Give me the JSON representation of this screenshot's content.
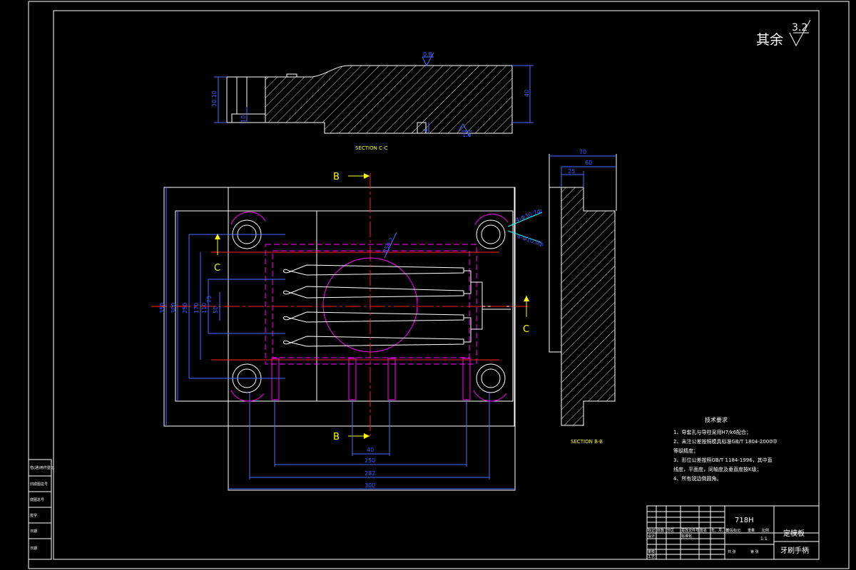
{
  "roughness": {
    "prefix": "其余",
    "value": "3.2"
  },
  "section_cc": {
    "title": "SECTION C-C",
    "dims": {
      "left_height": "30.10",
      "right_height": "40",
      "step": "10",
      "step2": "5"
    },
    "roughness_top": "0.8",
    "roughness_bottom": "1.6"
  },
  "section_bb": {
    "title": "SECTION B-B",
    "dims": {
      "total_width": "70",
      "inner_width": "60",
      "offset": "25"
    }
  },
  "plan_view": {
    "cut_label_b": "B",
    "cut_label_c": "C",
    "left_dims": [
      "350",
      "300",
      "250",
      "170",
      "110",
      "75",
      "50"
    ],
    "bottom_dims": [
      "40",
      "250",
      "282",
      "300"
    ],
    "callouts": [
      "4-Φ30.7ф",
      "4-Φ10.0ф",
      "R50.2"
    ]
  },
  "tech_req": {
    "title": "技术要求",
    "items": [
      "1、导套孔与导柱采用H7/k6配合；",
      "2、未注公差按照模具标准GB/T 1804-2000中",
      "    等级精度；",
      "3、形位公差按照GB/T 1184-1996，其中直",
      "    线度，平面度，同轴度及垂直度按K级；",
      "4、所有锐边倒圆角。"
    ]
  },
  "side_strip": {
    "labels": [
      "借(通)用件登记",
      "旧底图总号",
      "底图总号",
      "签字",
      "日期",
      "日期"
    ]
  },
  "title_block": {
    "material": "718H",
    "part_name": "定模板",
    "drawing_name": "牙刷手柄",
    "scale_cells": [
      "标记",
      "处数",
      "分区",
      "更改文件号",
      "签名",
      "年、月、日"
    ],
    "design_row": [
      "设计",
      "标准化",
      "阶段标记",
      "重量",
      "比例"
    ],
    "review_labels": [
      "审核",
      "工艺"
    ],
    "ratio": "1:1",
    "sheet": [
      "共 张",
      "第 张"
    ]
  },
  "colors": {
    "outline": "#ffffff",
    "dimension": "#3a5bff",
    "centerline": "#ff2020",
    "cavity": "#ff00ff",
    "annotation": "#ffff00",
    "hatch": "#ffffff"
  }
}
